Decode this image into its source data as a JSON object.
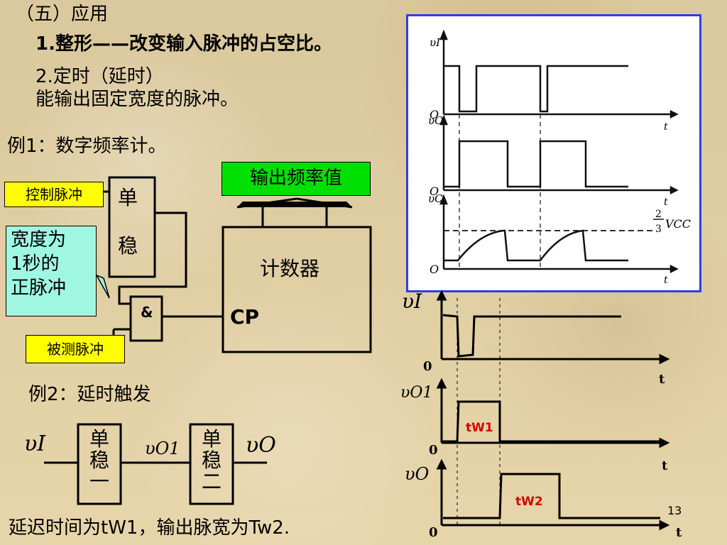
{
  "heading": "（五）应用",
  "item1": "1.整形——改变输入脉冲的占空比。",
  "item2": "2.定时（延时）",
  "item2_desc": "能输出固定宽度的脉冲。",
  "example1": "例1：数字频率计。",
  "example2": "例2：延时触发",
  "ex1": {
    "control_pulse": "控制脉冲",
    "monostable_1": "单",
    "monostable_2": "稳",
    "width_line1": "宽度为",
    "width_line2": "1秒的",
    "width_line3": "正脉冲",
    "and_gate": "&",
    "measured_pulse": "被测脉冲",
    "output_freq": "输出频率值",
    "counter": "计数器",
    "cp": "CP"
  },
  "ex2": {
    "input": "υI",
    "mono1_l1": "单",
    "mono1_l2": "稳",
    "mono1_l3": "一",
    "mid": "υO1",
    "mono2_l1": "单",
    "mono2_l2": "稳",
    "mono2_l3": "二",
    "output": "υO"
  },
  "conclusion": "延迟时间为tW1，输出脉宽为Tw2.",
  "waveform_panel": {
    "vi": "υI",
    "vo": "υO",
    "vc": "υC",
    "origin": "O",
    "t": "t",
    "frac_num": "2",
    "frac_den": "3",
    "vcc": "VCC"
  },
  "waveforms2": {
    "vi": "υI",
    "vo1": "υO1",
    "vo": "υO",
    "zero": "0",
    "t": "t",
    "tw1": "tW1",
    "tw2": "tW2"
  },
  "page_number": "13"
}
